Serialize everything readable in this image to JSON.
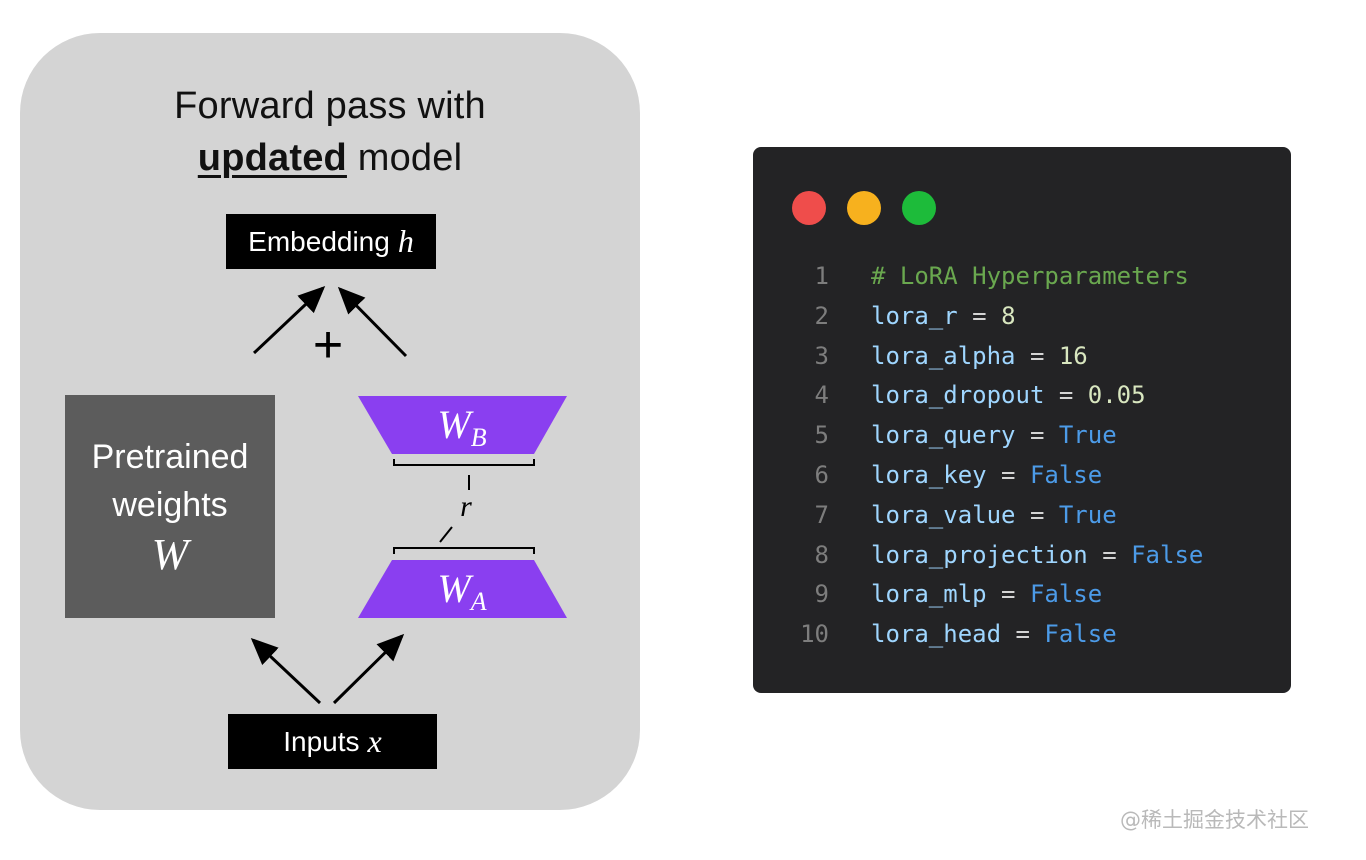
{
  "diagram": {
    "title_line1": "Forward pass with",
    "title_emphasis": "updated",
    "title_rest": " model",
    "output_label": "Embedding",
    "output_var": "h",
    "plus_symbol": "+",
    "pretrained_line1": "Pretrained",
    "pretrained_line2": "weights",
    "pretrained_var": "W",
    "matrix_b_base": "W",
    "matrix_b_sub": "B",
    "matrix_a_base": "W",
    "matrix_a_sub": "A",
    "rank_label": "r",
    "input_label": "Inputs",
    "input_var": "x"
  },
  "code_window": {
    "controls": [
      {
        "name": "close",
        "color": "#ef4d4b"
      },
      {
        "name": "minimize",
        "color": "#f7b11e"
      },
      {
        "name": "maximize",
        "color": "#1dbb3a"
      }
    ],
    "lines": [
      {
        "num": "1",
        "tokens": [
          {
            "t": "# LoRA Hyperparameters",
            "k": "comment"
          }
        ]
      },
      {
        "num": "2",
        "tokens": [
          {
            "t": "lora_r",
            "k": "var"
          },
          {
            "t": " = ",
            "k": "op"
          },
          {
            "t": "8",
            "k": "num"
          }
        ]
      },
      {
        "num": "3",
        "tokens": [
          {
            "t": "lora_alpha",
            "k": "var"
          },
          {
            "t": " = ",
            "k": "op"
          },
          {
            "t": "16",
            "k": "num"
          }
        ]
      },
      {
        "num": "4",
        "tokens": [
          {
            "t": "lora_dropout",
            "k": "var"
          },
          {
            "t": " = ",
            "k": "op"
          },
          {
            "t": "0.05",
            "k": "num"
          }
        ]
      },
      {
        "num": "5",
        "tokens": [
          {
            "t": "lora_query",
            "k": "var"
          },
          {
            "t": " = ",
            "k": "op"
          },
          {
            "t": "True",
            "k": "bool"
          }
        ]
      },
      {
        "num": "6",
        "tokens": [
          {
            "t": "lora_key",
            "k": "var"
          },
          {
            "t": " = ",
            "k": "op"
          },
          {
            "t": "False",
            "k": "bool"
          }
        ]
      },
      {
        "num": "7",
        "tokens": [
          {
            "t": "lora_value",
            "k": "var"
          },
          {
            "t": " = ",
            "k": "op"
          },
          {
            "t": "True",
            "k": "bool"
          }
        ]
      },
      {
        "num": "8",
        "tokens": [
          {
            "t": "lora_projection",
            "k": "var"
          },
          {
            "t": " = ",
            "k": "op"
          },
          {
            "t": "False",
            "k": "bool"
          }
        ]
      },
      {
        "num": "9",
        "tokens": [
          {
            "t": "lora_mlp",
            "k": "var"
          },
          {
            "t": " = ",
            "k": "op"
          },
          {
            "t": "False",
            "k": "bool"
          }
        ]
      },
      {
        "num": "10",
        "tokens": [
          {
            "t": "lora_head",
            "k": "var"
          },
          {
            "t": " = ",
            "k": "op"
          },
          {
            "t": "False",
            "k": "bool"
          }
        ]
      }
    ]
  },
  "watermark": "@稀土掘金技术社区",
  "colors": {
    "panel_bg": "#d4d4d4",
    "pretrained_fill": "#5c5c5c",
    "lora_purple": "#8a3ff0",
    "code_bg": "#232325",
    "syntax": {
      "comment": "#6aa84f",
      "var": "#9fd6ff",
      "op": "#d4d4d4",
      "num": "#d8e6bf",
      "bool": "#4c9be8",
      "line_number": "#7d7d7d"
    }
  }
}
